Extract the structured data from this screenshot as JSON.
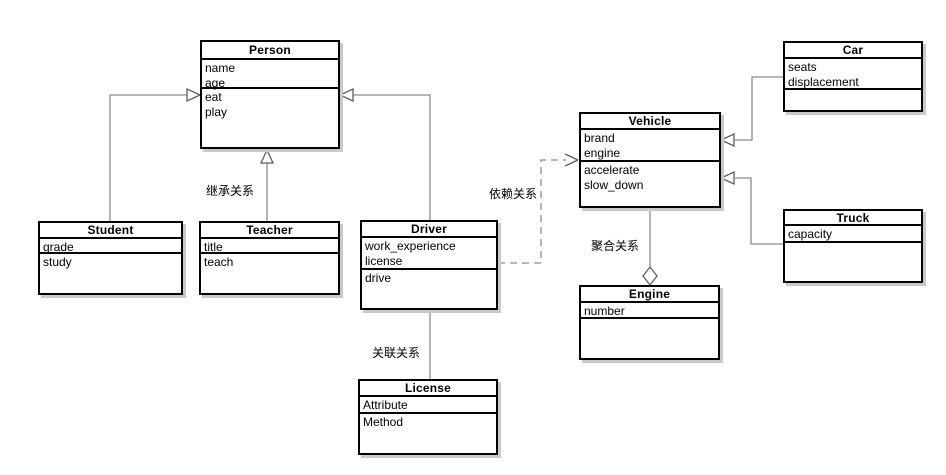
{
  "diagram": {
    "kind": "uml-class-diagram",
    "background_color": "#ffffff",
    "box_border_color": "#000000",
    "connector_color": "#8c8c8c",
    "shadow_color": "#c9c9c9"
  },
  "classes": {
    "person": {
      "name": "Person",
      "attributes": [
        "name",
        "age"
      ],
      "methods": [
        "eat",
        "play"
      ]
    },
    "student": {
      "name": "Student",
      "attributes": [
        "grade"
      ],
      "methods": [
        "study"
      ]
    },
    "teacher": {
      "name": "Teacher",
      "attributes": [
        "title"
      ],
      "methods": [
        "teach"
      ]
    },
    "driver": {
      "name": "Driver",
      "attributes": [
        "work_experience",
        "license"
      ],
      "methods": [
        "drive"
      ]
    },
    "license": {
      "name": "License",
      "attributes": [
        "Attribute"
      ],
      "methods": [
        "Method"
      ]
    },
    "vehicle": {
      "name": "Vehicle",
      "attributes": [
        "brand",
        "engine"
      ],
      "methods": [
        "accelerate",
        "slow_down"
      ]
    },
    "engine": {
      "name": "Engine",
      "attributes": [
        "number"
      ],
      "methods": []
    },
    "car": {
      "name": "Car",
      "attributes": [
        "seats",
        "displacement"
      ],
      "methods": []
    },
    "truck": {
      "name": "Truck",
      "attributes": [
        "capacity"
      ],
      "methods": []
    }
  },
  "edge_labels": {
    "inheritance": "继承关系",
    "dependency": "依赖关系",
    "association": "关联关系",
    "aggregation": "聚合关系"
  },
  "edges": [
    {
      "from": "Student",
      "to": "Person",
      "type": "inheritance"
    },
    {
      "from": "Teacher",
      "to": "Person",
      "type": "inheritance"
    },
    {
      "from": "Driver",
      "to": "Person",
      "type": "inheritance"
    },
    {
      "from": "Driver",
      "to": "Vehicle",
      "type": "dependency"
    },
    {
      "from": "Driver",
      "to": "License",
      "type": "association"
    },
    {
      "from": "Engine",
      "to": "Vehicle",
      "type": "aggregation"
    },
    {
      "from": "Car",
      "to": "Vehicle",
      "type": "inheritance"
    },
    {
      "from": "Truck",
      "to": "Vehicle",
      "type": "inheritance"
    }
  ]
}
